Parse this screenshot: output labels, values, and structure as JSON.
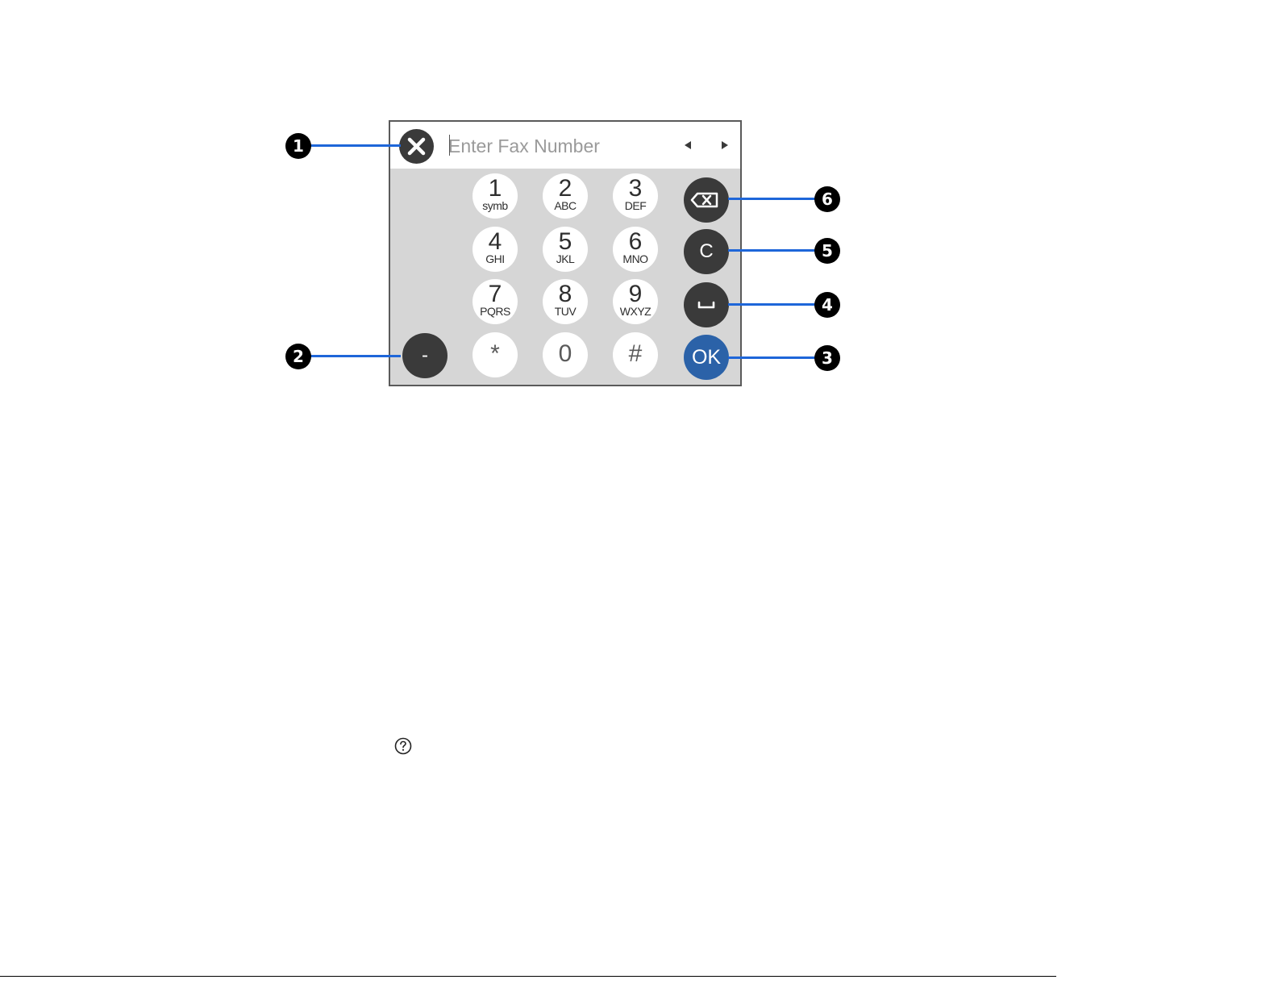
{
  "fax_screen": {
    "input": {
      "placeholder": "Enter Fax Number",
      "value": ""
    },
    "icons": {
      "close": "close-icon",
      "nav_left": "arrow-left-icon",
      "nav_right": "arrow-right-icon",
      "backspace": "backspace-icon",
      "space": "space-icon"
    },
    "keypad": [
      {
        "digit": "1",
        "letters": "symb"
      },
      {
        "digit": "2",
        "letters": "ABC"
      },
      {
        "digit": "3",
        "letters": "DEF"
      },
      {
        "digit": "4",
        "letters": "GHI"
      },
      {
        "digit": "5",
        "letters": "JKL"
      },
      {
        "digit": "6",
        "letters": "MNO"
      },
      {
        "digit": "7",
        "letters": "PQRS"
      },
      {
        "digit": "8",
        "letters": "TUV"
      },
      {
        "digit": "9",
        "letters": "WXYZ"
      },
      {
        "digit": "*",
        "letters": ""
      },
      {
        "digit": "0",
        "letters": ""
      },
      {
        "digit": "#",
        "letters": ""
      }
    ],
    "buttons": {
      "hyphen": "-",
      "clear": "C",
      "ok": "OK"
    },
    "colors": {
      "panel": "#d6d6d6",
      "dark_button": "#3a3a3a",
      "ok_button": "#2b62a8",
      "callout_line": "#1e66d9"
    }
  },
  "callouts": {
    "c1": "1",
    "c2": "2",
    "c3": "3",
    "c4": "4",
    "c5": "5",
    "c6": "6"
  },
  "footer": {
    "icon": "help-icon"
  }
}
